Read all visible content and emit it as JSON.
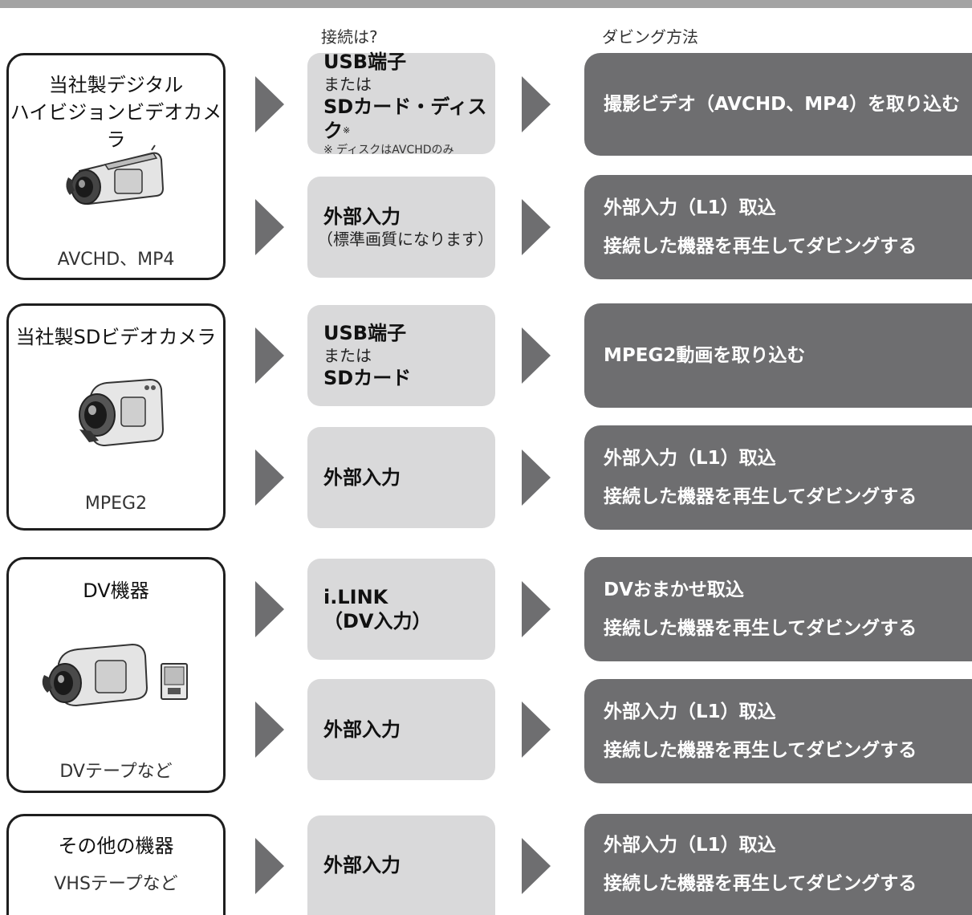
{
  "headers": {
    "connection": "接続は?",
    "method": "ダビング方法"
  },
  "devices": {
    "hd_camera": {
      "title_line1": "当社製デジタル",
      "title_line2": "ハイビジョンビデオカメラ",
      "format": "AVCHD、MP4",
      "icon": "hd-camcorder-icon"
    },
    "sd_camera": {
      "title": "当社製SDビデオカメラ",
      "format": "MPEG2",
      "icon": "sd-camcorder-icon"
    },
    "dv": {
      "title": "DV機器",
      "format": "DVテープなど",
      "icon": "dv-camcorder-icon"
    },
    "other": {
      "title": "その他の機器",
      "format": "VHSテープなど"
    }
  },
  "connections": {
    "usb_sd_disc": {
      "line1": "USB端子",
      "line2": "または",
      "line3": "SDカード・ディスク",
      "mark": "※",
      "note": "※ ディスクはAVCHDのみ"
    },
    "ext_hd": {
      "line1": "外部入力",
      "note": "（標準画質になります）"
    },
    "usb_sd": {
      "line1": "USB端子",
      "line2": "または",
      "line3": "SDカード"
    },
    "ext_sd": {
      "line1": "外部入力"
    },
    "ilink": {
      "line1": "i.LINK",
      "line2": "（DV入力）"
    },
    "ext_dv": {
      "line1": "外部入力"
    },
    "ext_other": {
      "line1": "外部入力"
    }
  },
  "methods": {
    "m1": {
      "line1": "撮影ビデオ（AVCHD、MP4）を取り込む"
    },
    "m2": {
      "line1": "外部入力（L1）取込",
      "line2": "接続した機器を再生してダビングする"
    },
    "m3": {
      "line1": "MPEG2動画を取り込む"
    },
    "m4": {
      "line1": "外部入力（L1）取込",
      "line2": "接続した機器を再生してダビングする"
    },
    "m5": {
      "line1": "DVおまかせ取込",
      "line2": "接続した機器を再生してダビングする"
    },
    "m6": {
      "line1": "外部入力（L1）取込",
      "line2": "接続した機器を再生してダビングする"
    },
    "m7": {
      "line1": "外部入力（L1）取込",
      "line2": "接続した機器を再生してダビングする"
    }
  },
  "colors": {
    "method_box": "#6e6e70",
    "connection_box": "#d9d9da",
    "arrow": "#6e6e70",
    "device_border": "#1e1e1e"
  }
}
